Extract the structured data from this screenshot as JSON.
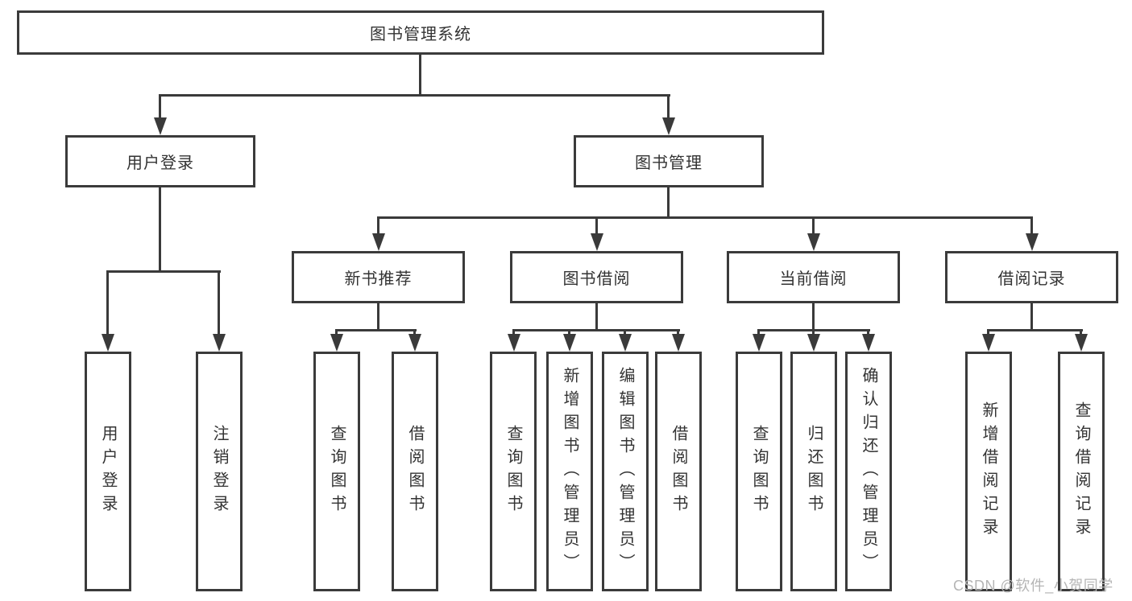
{
  "diagram_title": "图书管理系统",
  "colors": {
    "line": "#3a3a3a",
    "box_border": "#3b3b3b",
    "text": "#333333",
    "background": "#ffffff",
    "watermark": "#b5b5b5"
  },
  "tree": {
    "root": {
      "label": "图书管理系统",
      "children": [
        {
          "label": "用户登录",
          "children": [
            {
              "label": "用户登录"
            },
            {
              "label": "注销登录"
            }
          ]
        },
        {
          "label": "图书管理",
          "children": [
            {
              "label": "新书推荐",
              "children": [
                {
                  "label": "查询图书"
                },
                {
                  "label": "借阅图书"
                }
              ]
            },
            {
              "label": "图书借阅",
              "children": [
                {
                  "label": "查询图书"
                },
                {
                  "label": "新增图书（管理员）"
                },
                {
                  "label": "编辑图书（管理员）"
                },
                {
                  "label": "借阅图书"
                }
              ]
            },
            {
              "label": "当前借阅",
              "children": [
                {
                  "label": "查询图书"
                },
                {
                  "label": "归还图书"
                },
                {
                  "label": "确认归还（管理员）"
                }
              ]
            },
            {
              "label": "借阅记录",
              "children": [
                {
                  "label": "新增借阅记录"
                },
                {
                  "label": "查询借阅记录"
                }
              ]
            }
          ]
        }
      ]
    }
  },
  "watermark": {
    "text": "CSDN @软件_小贺同学"
  }
}
